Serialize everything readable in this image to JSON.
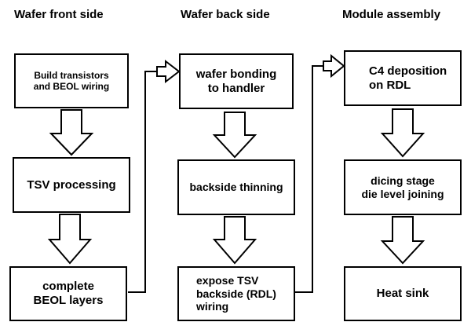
{
  "columns": [
    {
      "title": "Wafer front side",
      "boxes": [
        "Build transistors\nand BEOL wiring",
        "TSV processing",
        "complete\nBEOL layers"
      ]
    },
    {
      "title": "Wafer back side",
      "boxes": [
        "wafer bonding\nto handler",
        "backside thinning",
        "expose TSV\nbackside (RDL)\nwiring"
      ]
    },
    {
      "title": "Module assembly",
      "boxes": [
        "C4 deposition\non RDL",
        "dicing stage\ndie level joining",
        "Heat sink"
      ]
    }
  ],
  "colors": {
    "stroke": "#000000",
    "fill": "#ffffff",
    "text": "#000000"
  }
}
